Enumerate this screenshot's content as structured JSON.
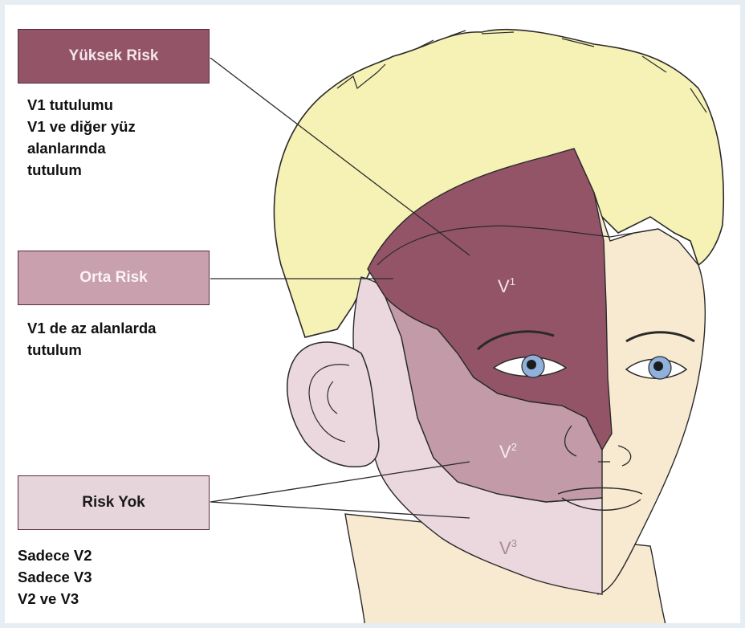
{
  "high_risk": {
    "label": "Yüksek Risk",
    "color": "#935468",
    "lines": [
      "V1 tutulumu",
      "V1 ve diğer yüz",
      "alanlarında",
      "tutulum"
    ]
  },
  "medium_risk": {
    "label": "Orta Risk",
    "color": "#c8a0ae",
    "lines": [
      "V1 de az alanlarda",
      "tutulum"
    ]
  },
  "no_risk": {
    "label": "Risk Yok",
    "color": "#e7d5dc",
    "lines": [
      "Sadece V2",
      "Sadece V3",
      "V2 ve V3"
    ]
  },
  "zones": {
    "v1": {
      "base": "V",
      "sup": "1"
    },
    "v2": {
      "base": "V",
      "sup": "2"
    },
    "v3": {
      "base": "V",
      "sup": "3"
    }
  },
  "colors": {
    "hair": "#f6f2b5",
    "skin": "#f8ead0",
    "v1_region": "#935468",
    "v2_region": "#c39aa8",
    "v3_region": "#ead8de",
    "iris": "#8fb1dc",
    "outline": "#2a2a2a"
  }
}
